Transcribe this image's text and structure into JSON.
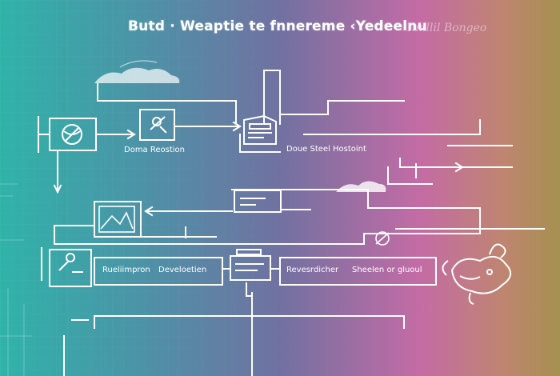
{
  "title": "Butd · Weaptie te fnnereme ‹Yedeelnu",
  "title_faded": "Innllil Bongeo",
  "labels": {
    "doma_reostion": "Doma Reostion",
    "doue_steel_hostoint": "Doue Steel Hostoint",
    "ruelimpron": "Rueliimpron",
    "develoetien": "Develoetien",
    "revesrdicher": "Revesrdicher",
    "sheelen_or_gluoul": "Sheelen or gluoul"
  },
  "colors": {
    "gradient_left": "#35aaa6",
    "gradient_mid_left": "#5a8aa6",
    "gradient_mid": "#7a6ea0",
    "gradient_mid_right": "#c06ba0",
    "gradient_right": "#b08a60",
    "line": "#ffffff"
  },
  "icons": [
    "target-icon",
    "tools-icon",
    "folder-icon",
    "image-icon",
    "wrench-icon",
    "document-icon",
    "cloud-icon",
    "face-icon",
    "compass-icon"
  ]
}
